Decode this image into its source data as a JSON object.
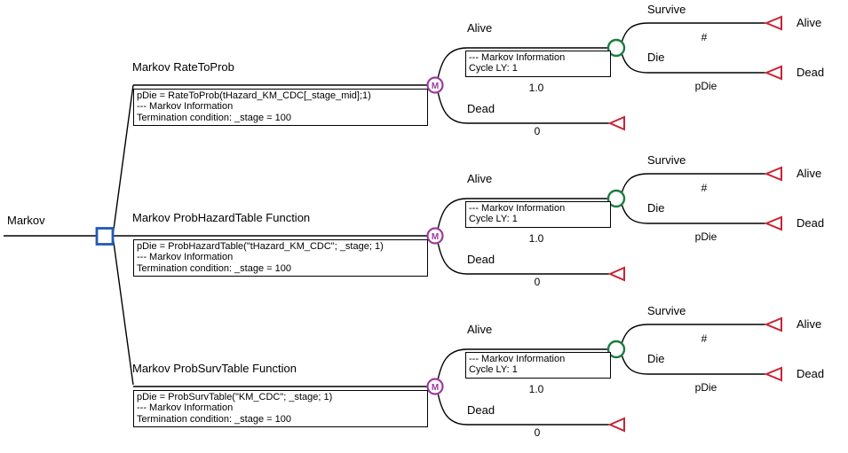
{
  "colors": {
    "decision_blue": "#2259b5",
    "markov_purple": "#9a3a9f",
    "chance_green": "#1e7c41",
    "terminal_red": "#c82333"
  },
  "root": {
    "label": "Markov"
  },
  "branches": [
    {
      "title": "Markov RateToProb",
      "box_line1": "pDie = RateToProb(tHazard_KM_CDC[_stage_mid];1)",
      "box_line2": "--- Markov Information",
      "box_line3": "Termination condition: _stage = 100",
      "markov_letter": "M",
      "alive_state": "Alive",
      "dead_state": "Dead",
      "cycle_line1": "--- Markov Information",
      "cycle_line2": "Cycle LY: 1",
      "alive_prob": "1.0",
      "dead_prob": "0",
      "survive_label": "Survive",
      "die_label": "Die",
      "survive_prob": "#",
      "die_prob": "pDie",
      "terminal_alive": "Alive",
      "terminal_dead": "Dead"
    },
    {
      "title": "Markov ProbHazardTable Function",
      "box_line1": "pDie = ProbHazardTable(\"tHazard_KM_CDC\"; _stage; 1)",
      "box_line2": "--- Markov Information",
      "box_line3": "Termination condition: _stage = 100",
      "markov_letter": "M",
      "alive_state": "Alive",
      "dead_state": "Dead",
      "cycle_line1": "--- Markov Information",
      "cycle_line2": "Cycle LY: 1",
      "alive_prob": "1.0",
      "dead_prob": "0",
      "survive_label": "Survive",
      "die_label": "Die",
      "survive_prob": "#",
      "die_prob": "pDie",
      "terminal_alive": "Alive",
      "terminal_dead": "Dead"
    },
    {
      "title": "Markov ProbSurvTable Function",
      "box_line1": "pDie = ProbSurvTable(\"KM_CDC\"; _stage; 1)",
      "box_line2": "--- Markov Information",
      "box_line3": "Termination condition: _stage = 100",
      "markov_letter": "M",
      "alive_state": "Alive",
      "dead_state": "Dead",
      "cycle_line1": "--- Markov Information",
      "cycle_line2": "Cycle LY: 1",
      "alive_prob": "1.0",
      "dead_prob": "0",
      "survive_label": "Survive",
      "die_label": "Die",
      "survive_prob": "#",
      "die_prob": "pDie",
      "terminal_alive": "Alive",
      "terminal_dead": "Dead"
    }
  ]
}
